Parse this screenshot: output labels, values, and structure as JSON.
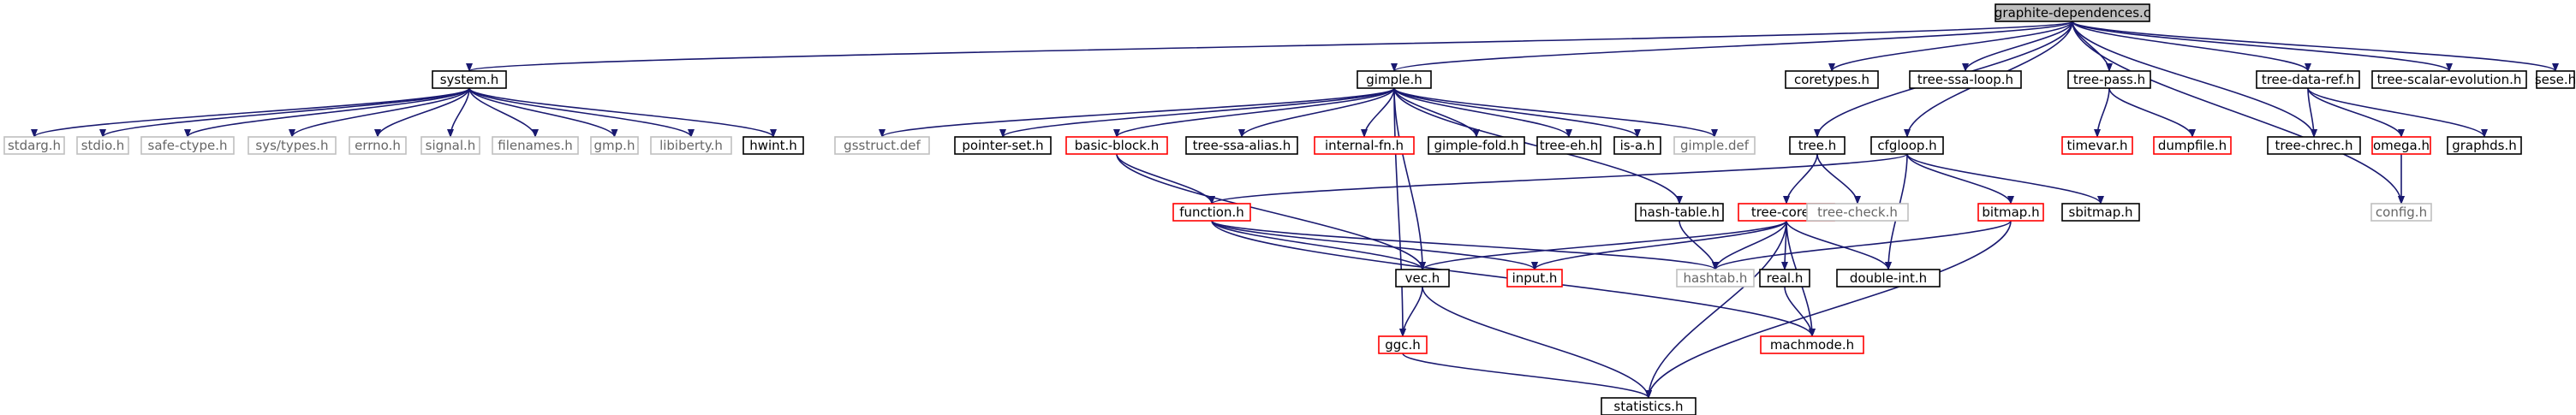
{
  "colors": {
    "edge": "#191970",
    "border_normal": "#000000",
    "border_red": "#ff0000",
    "border_gray": "#c0c0c0",
    "root_fill": "#bfbfbf",
    "fill": "#ffffff"
  },
  "nodes": [
    {
      "id": "root",
      "label": "graphite-dependences.c",
      "style": "root"
    },
    {
      "id": "system",
      "label": "system.h",
      "style": "normal"
    },
    {
      "id": "gimple",
      "label": "gimple.h",
      "style": "normal"
    },
    {
      "id": "coretypes",
      "label": "coretypes.h",
      "style": "normal"
    },
    {
      "id": "treessaloop",
      "label": "tree-ssa-loop.h",
      "style": "normal"
    },
    {
      "id": "treepass",
      "label": "tree-pass.h",
      "style": "normal"
    },
    {
      "id": "treedataref",
      "label": "tree-data-ref.h",
      "style": "normal"
    },
    {
      "id": "treescalar",
      "label": "tree-scalar-evolution.h",
      "style": "normal"
    },
    {
      "id": "sese",
      "label": "sese.h",
      "style": "normal"
    },
    {
      "id": "stdarg",
      "label": "stdarg.h",
      "style": "gray"
    },
    {
      "id": "stdio",
      "label": "stdio.h",
      "style": "gray"
    },
    {
      "id": "safectype",
      "label": "safe-ctype.h",
      "style": "gray"
    },
    {
      "id": "systypes",
      "label": "sys/types.h",
      "style": "gray"
    },
    {
      "id": "errno",
      "label": "errno.h",
      "style": "gray"
    },
    {
      "id": "signal",
      "label": "signal.h",
      "style": "gray"
    },
    {
      "id": "filenames",
      "label": "filenames.h",
      "style": "gray"
    },
    {
      "id": "gmp",
      "label": "gmp.h",
      "style": "gray"
    },
    {
      "id": "libiberty",
      "label": "libiberty.h",
      "style": "gray"
    },
    {
      "id": "hwint",
      "label": "hwint.h",
      "style": "normal"
    },
    {
      "id": "gsstruct",
      "label": "gsstruct.def",
      "style": "gray"
    },
    {
      "id": "pointerset",
      "label": "pointer-set.h",
      "style": "normal"
    },
    {
      "id": "basicblock",
      "label": "basic-block.h",
      "style": "red"
    },
    {
      "id": "treessaalias",
      "label": "tree-ssa-alias.h",
      "style": "normal"
    },
    {
      "id": "internalfn",
      "label": "internal-fn.h",
      "style": "red"
    },
    {
      "id": "gimplefold",
      "label": "gimple-fold.h",
      "style": "normal"
    },
    {
      "id": "treeeh",
      "label": "tree-eh.h",
      "style": "normal"
    },
    {
      "id": "isa",
      "label": "is-a.h",
      "style": "normal"
    },
    {
      "id": "gimpledef",
      "label": "gimple.def",
      "style": "gray"
    },
    {
      "id": "treeh",
      "label": "tree.h",
      "style": "normal"
    },
    {
      "id": "cfgloop",
      "label": "cfgloop.h",
      "style": "normal"
    },
    {
      "id": "timevar",
      "label": "timevar.h",
      "style": "red"
    },
    {
      "id": "dumpfile",
      "label": "dumpfile.h",
      "style": "red"
    },
    {
      "id": "treechrec",
      "label": "tree-chrec.h",
      "style": "normal"
    },
    {
      "id": "omega",
      "label": "omega.h",
      "style": "red"
    },
    {
      "id": "graphds",
      "label": "graphds.h",
      "style": "normal"
    },
    {
      "id": "config",
      "label": "config.h",
      "style": "gray"
    },
    {
      "id": "function",
      "label": "function.h",
      "style": "red"
    },
    {
      "id": "hashtable",
      "label": "hash-table.h",
      "style": "normal"
    },
    {
      "id": "treecore",
      "label": "tree-core.h",
      "style": "red"
    },
    {
      "id": "treecheck",
      "label": "tree-check.h",
      "style": "gray"
    },
    {
      "id": "bitmap",
      "label": "bitmap.h",
      "style": "red"
    },
    {
      "id": "sbitmap",
      "label": "sbitmap.h",
      "style": "normal"
    },
    {
      "id": "vec",
      "label": "vec.h",
      "style": "normal"
    },
    {
      "id": "input",
      "label": "input.h",
      "style": "red"
    },
    {
      "id": "hashtab",
      "label": "hashtab.h",
      "style": "gray"
    },
    {
      "id": "real",
      "label": "real.h",
      "style": "normal"
    },
    {
      "id": "doubleint",
      "label": "double-int.h",
      "style": "normal"
    },
    {
      "id": "ggc",
      "label": "ggc.h",
      "style": "red"
    },
    {
      "id": "machmode",
      "label": "machmode.h",
      "style": "red"
    },
    {
      "id": "statistics",
      "label": "statistics.h",
      "style": "normal"
    }
  ],
  "edges": [
    [
      "root",
      "system"
    ],
    [
      "root",
      "gimple"
    ],
    [
      "root",
      "coretypes"
    ],
    [
      "root",
      "treessaloop"
    ],
    [
      "root",
      "treepass"
    ],
    [
      "root",
      "treedataref"
    ],
    [
      "root",
      "treescalar"
    ],
    [
      "root",
      "sese"
    ],
    [
      "root",
      "treeh"
    ],
    [
      "root",
      "cfgloop"
    ],
    [
      "root",
      "treechrec"
    ],
    [
      "root",
      "config"
    ],
    [
      "system",
      "stdarg"
    ],
    [
      "system",
      "stdio"
    ],
    [
      "system",
      "safectype"
    ],
    [
      "system",
      "systypes"
    ],
    [
      "system",
      "errno"
    ],
    [
      "system",
      "signal"
    ],
    [
      "system",
      "filenames"
    ],
    [
      "system",
      "gmp"
    ],
    [
      "system",
      "libiberty"
    ],
    [
      "system",
      "hwint"
    ],
    [
      "gimple",
      "gsstruct"
    ],
    [
      "gimple",
      "pointerset"
    ],
    [
      "gimple",
      "basicblock"
    ],
    [
      "gimple",
      "treessaalias"
    ],
    [
      "gimple",
      "internalfn"
    ],
    [
      "gimple",
      "gimplefold"
    ],
    [
      "gimple",
      "treeeh"
    ],
    [
      "gimple",
      "isa"
    ],
    [
      "gimple",
      "gimpledef"
    ],
    [
      "gimple",
      "vec"
    ],
    [
      "gimple",
      "ggc"
    ],
    [
      "gimple",
      "hashtable"
    ],
    [
      "treepass",
      "timevar"
    ],
    [
      "treepass",
      "dumpfile"
    ],
    [
      "treedataref",
      "treechrec"
    ],
    [
      "treedataref",
      "omega"
    ],
    [
      "treedataref",
      "graphds"
    ],
    [
      "omega",
      "config"
    ],
    [
      "treeh",
      "treecore"
    ],
    [
      "treeh",
      "treecheck"
    ],
    [
      "cfgloop",
      "function"
    ],
    [
      "cfgloop",
      "bitmap"
    ],
    [
      "cfgloop",
      "sbitmap"
    ],
    [
      "cfgloop",
      "doubleint"
    ],
    [
      "basicblock",
      "function"
    ],
    [
      "basicblock",
      "vec"
    ],
    [
      "function",
      "vec"
    ],
    [
      "function",
      "input"
    ],
    [
      "function",
      "hashtab"
    ],
    [
      "function",
      "machmode"
    ],
    [
      "hashtable",
      "hashtab"
    ],
    [
      "treecore",
      "vec"
    ],
    [
      "treecore",
      "input"
    ],
    [
      "treecore",
      "hashtab"
    ],
    [
      "treecore",
      "real"
    ],
    [
      "treecore",
      "doubleint"
    ],
    [
      "treecore",
      "machmode"
    ],
    [
      "treecore",
      "statistics"
    ],
    [
      "bitmap",
      "hashtab"
    ],
    [
      "bitmap",
      "statistics"
    ],
    [
      "real",
      "machmode"
    ],
    [
      "vec",
      "ggc"
    ],
    [
      "vec",
      "statistics"
    ],
    [
      "ggc",
      "statistics"
    ]
  ]
}
